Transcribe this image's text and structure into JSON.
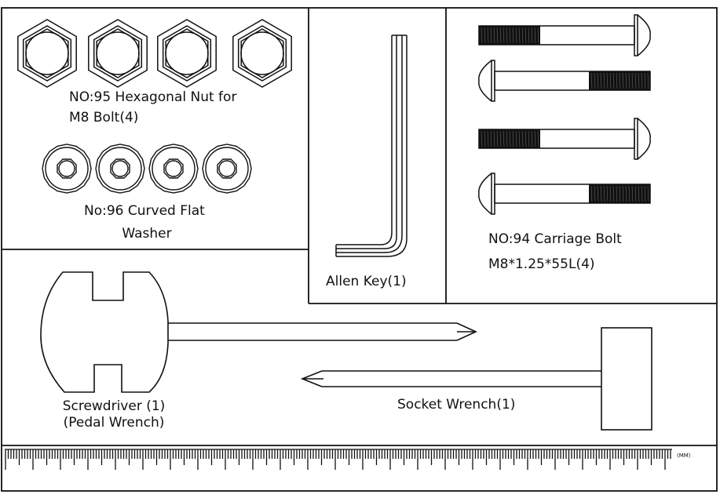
{
  "labels": {
    "nut_line1": "NO:95 Hexagonal Nut for",
    "nut_line2": "M8 Bolt(4)",
    "washer_line1": "No:96 Curved Flat",
    "washer_line2": "Washer",
    "allen_key": "Allen Key(1)",
    "bolt_line1": "NO:94 Carriage Bolt",
    "bolt_line2": "M8*1.25*55L(4)",
    "screwdriver_line1": "Screwdriver (1)",
    "screwdriver_line2": "(Pedal Wrench)",
    "socket_wrench": "Socket Wrench(1)",
    "ruler_unit": "(MM)"
  },
  "colors": {
    "line": "#111111",
    "background": "#ffffff"
  }
}
